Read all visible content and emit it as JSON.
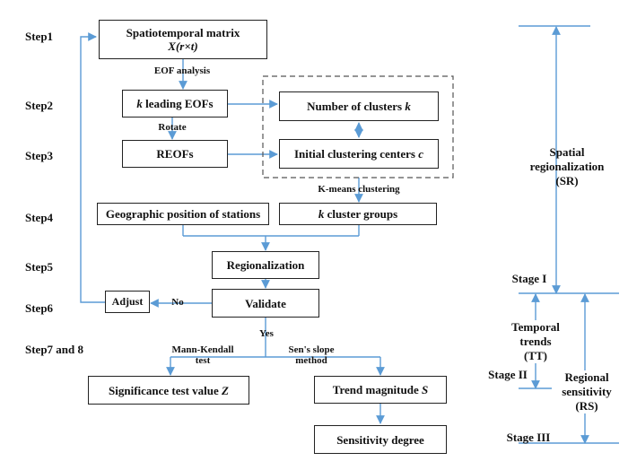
{
  "steps": {
    "s1": "Step1",
    "s2": "Step2",
    "s3": "Step3",
    "s4": "Step4",
    "s5": "Step5",
    "s6": "Step6",
    "s78": "Step7 and 8"
  },
  "boxes": {
    "matrix_title": "Spatiotemporal matrix",
    "matrix_formula": "X(r×t)",
    "leading_k": "k",
    "leading_rest": " leading EOFs",
    "reofs": "REOFs",
    "num_clusters_text": "Number of clusters ",
    "num_clusters_var": "k",
    "init_centers_text": "Initial clustering centers ",
    "init_centers_var": "c",
    "geo_position": "Geographic position of stations",
    "cluster_groups_var": "k",
    "cluster_groups_text": " cluster groups",
    "regionalization": "Regionalization",
    "validate": "Validate",
    "adjust": "Adjust",
    "significance_text": "Significance test value ",
    "significance_var": "Z",
    "trend_text": "Trend magnitude ",
    "trend_var": "S",
    "sensitivity": "Sensitivity degree"
  },
  "labels": {
    "eof_analysis": "EOF analysis",
    "rotate": "Rotate",
    "kmeans": "K-means clustering",
    "no": "No",
    "yes": "Yes",
    "mann_kendall_1": "Mann-Kendall",
    "mann_kendall_2": "test",
    "sens_slope_1": "Sen's slope",
    "sens_slope_2": "method"
  },
  "right_panel": {
    "sr_1": "Spatial",
    "sr_2": "regionalization",
    "sr_3": "(SR)",
    "stage1": "Stage I",
    "tt_1": "Temporal",
    "tt_2": "trends",
    "tt_3": "(TT)",
    "stage2": "Stage II",
    "rs_1": "Regional",
    "rs_2": "sensitivity",
    "rs_3": "(RS)",
    "stage3": "Stage III"
  },
  "colors": {
    "arrow": "#5b9bd5",
    "box_border": "#222222",
    "dashed": "#555555"
  }
}
